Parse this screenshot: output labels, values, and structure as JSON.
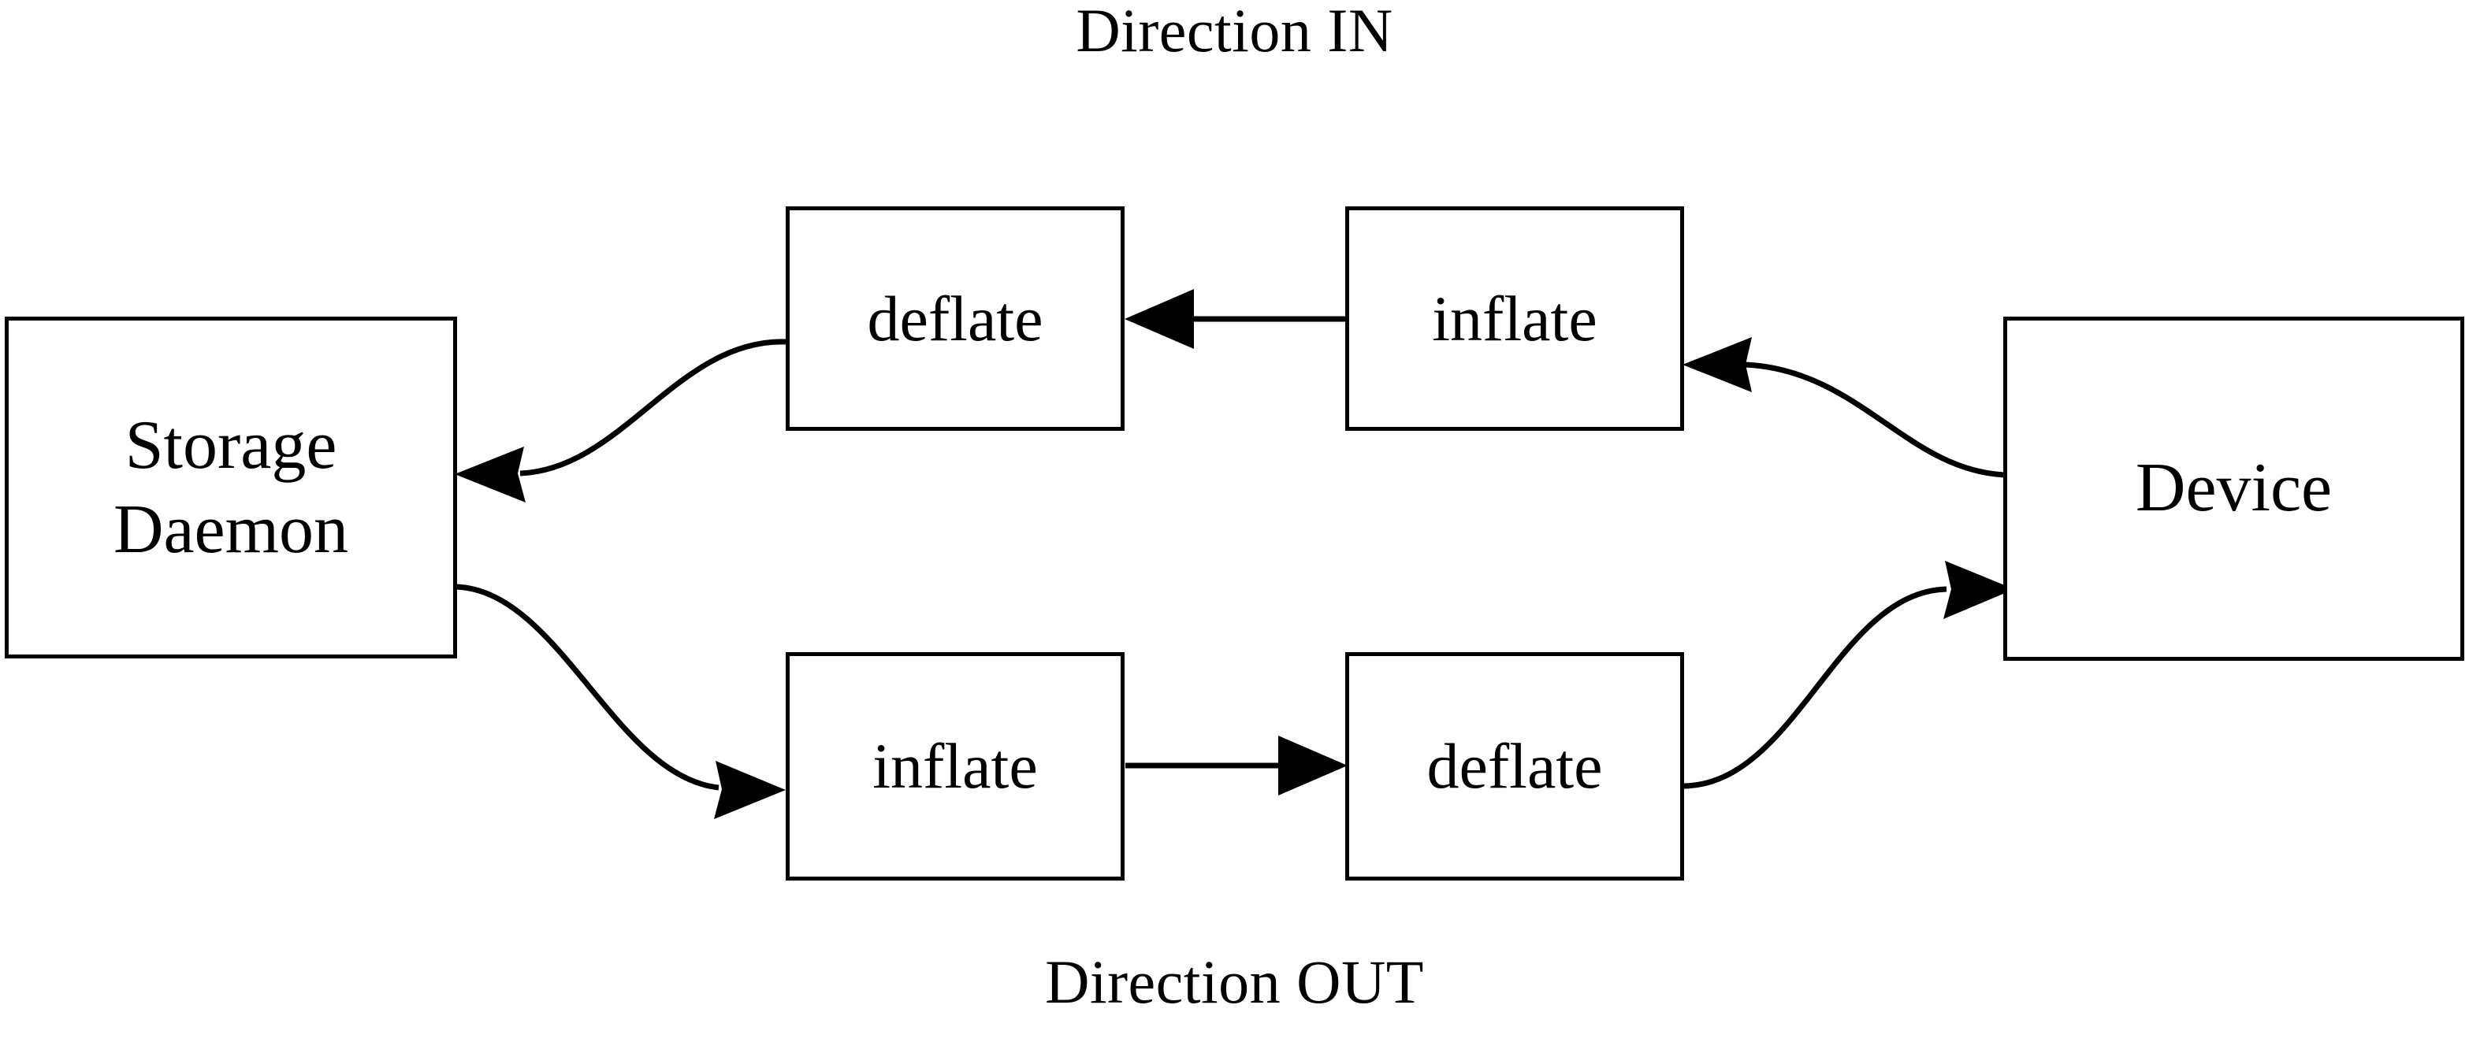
{
  "diagram": {
    "title_top": "Direction IN",
    "title_bottom": "Direction OUT",
    "background_color": "#ffffff",
    "stroke_color": "#000000",
    "nodes": [
      {
        "id": "storage-daemon",
        "label_line1": "Storage",
        "label_line2": "Daemon"
      },
      {
        "id": "deflate-in",
        "label": "deflate"
      },
      {
        "id": "inflate-in",
        "label": "inflate"
      },
      {
        "id": "inflate-out",
        "label": "inflate"
      },
      {
        "id": "deflate-out",
        "label": "deflate"
      },
      {
        "id": "device",
        "label": "Device"
      }
    ],
    "edges": [
      {
        "id": "device-to-inflate-in",
        "from": "device",
        "to": "inflate-in",
        "style": "curved",
        "direction": "left"
      },
      {
        "id": "inflate-in-to-deflate-in",
        "from": "inflate-in",
        "to": "deflate-in",
        "style": "straight",
        "direction": "left"
      },
      {
        "id": "deflate-in-to-storage-daemon",
        "from": "deflate-in",
        "to": "storage-daemon",
        "style": "curved",
        "direction": "left"
      },
      {
        "id": "storage-daemon-to-inflate-out",
        "from": "storage-daemon",
        "to": "inflate-out",
        "style": "curved",
        "direction": "right"
      },
      {
        "id": "inflate-out-to-deflate-out",
        "from": "inflate-out",
        "to": "deflate-out",
        "style": "straight",
        "direction": "right"
      },
      {
        "id": "deflate-out-to-device",
        "from": "deflate-out",
        "to": "device",
        "style": "curved",
        "direction": "right"
      }
    ]
  }
}
